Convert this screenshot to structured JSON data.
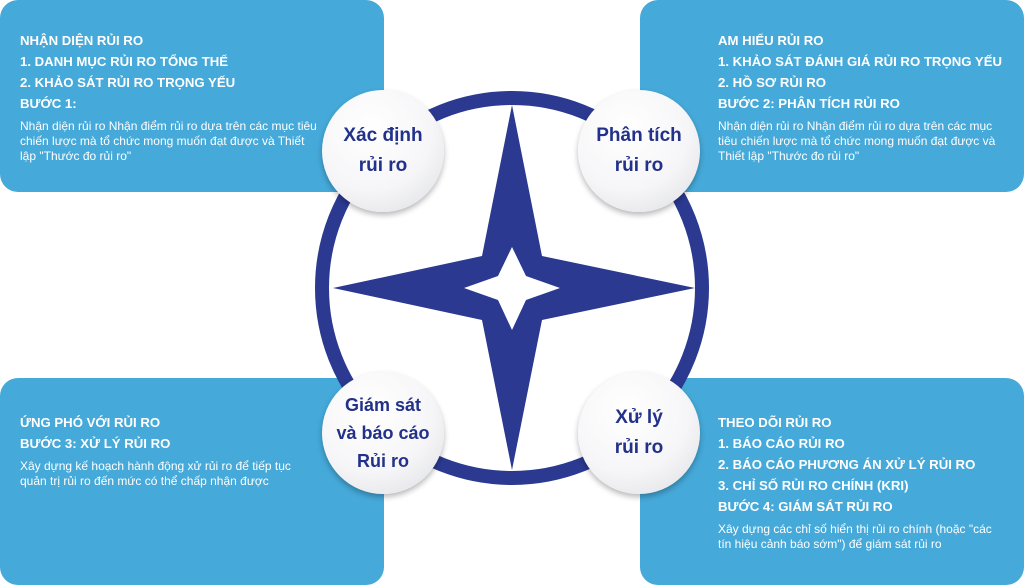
{
  "colors": {
    "card_bg": "#45a9d9",
    "ring": "#2b3990",
    "star": "#2b3990",
    "node_text": "#22318a",
    "card_text": "#ffffff"
  },
  "cards": {
    "top_left": {
      "lines": [
        "NHẬN DIỆN RỦI RO",
        "1. DANH MỤC RỦI RO TỔNG THỂ",
        "2. KHẢO SÁT RỦI RO TRỌNG YẾU",
        "BƯỚC 1:"
      ],
      "description": "Nhận diện rủi ro   Nhận điểm rủi ro dựa trên các mục tiêu chiến lược mà tổ chức mong muốn đạt được và Thiết lập \"Thước đo rủi ro\""
    },
    "top_right": {
      "lines": [
        "AM HIỂU RỦI RO",
        "1. KHẢO SÁT ĐÁNH GIÁ RỦI RO TRỌNG YẾU",
        "2. HỒ SƠ RỦI RO",
        "BƯỚC 2:   PHÂN TÍCH RỦI RO"
      ],
      "description": "Nhận diện rủi ro   Nhận điểm rủi ro dựa trên các mục tiêu chiến lược mà tổ chức mong muốn đạt được và Thiết lập \"Thước đo rủi ro\""
    },
    "bottom_left": {
      "lines": [
        "ỨNG PHÓ VỚI RỦI RO",
        "BƯỚC 3:   XỬ LÝ RỦI RO"
      ],
      "description": "Xây dựng kế hoạch hành động xử rủi ro để tiếp tục quản trị rủi ro đến mức có thể chấp nhận được"
    },
    "bottom_right": {
      "lines": [
        "THEO DÕI RỦI RO",
        "1. BÁO CÁO RỦI RO",
        "2. BÁO CÁO PHƯƠNG ÁN XỬ LÝ RỦI RO",
        "3. CHỈ SỐ RỦI RO CHÍNH (KRI)",
        "BƯỚC 4:   GIÁM SÁT RỦI RO"
      ],
      "description": "Xây dựng các chỉ số hiển thị rủi ro chính (hoặc \"các tín hiệu cảnh báo sớm\") để giám sát rủi ro"
    }
  },
  "nodes": {
    "top_left": [
      "Xác định",
      "rủi ro"
    ],
    "top_right": [
      "Phân tích",
      "rủi ro"
    ],
    "bottom_left": [
      "Giám sát",
      "và báo cáo",
      "Rủi ro"
    ],
    "bottom_right": [
      "Xử lý",
      "rủi ro"
    ]
  }
}
